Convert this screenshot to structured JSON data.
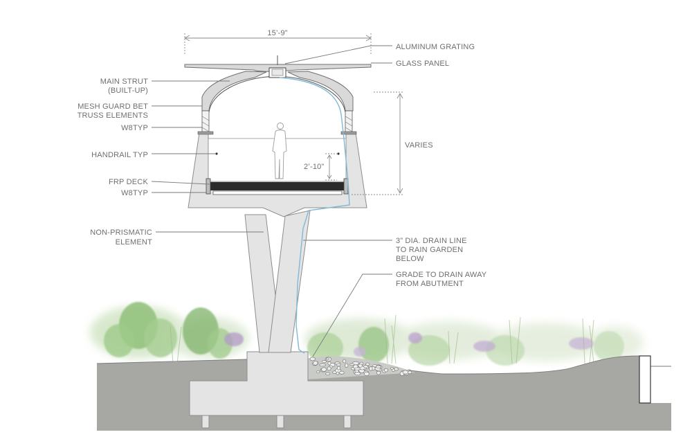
{
  "labels": {
    "span_dim": "15’-9”",
    "aluminum_grating": "ALUMINUM GRATING",
    "glass_panel": "GLASS PANEL",
    "main_strut_1": "MAIN STRUT",
    "main_strut_2": "(BUILT-UP)",
    "mesh_guard_1": "MESH GUARD BET",
    "mesh_guard_2": "TRUSS ELEMENTS",
    "w8_upper": "W8TYP",
    "handrail": "HANDRAIL TYP",
    "frp_deck": "FRP DECK",
    "w8_lower": "W8TYP",
    "varies": "VARIES",
    "rail_height": "2’-10”",
    "non_prismatic_1": "NON-PRISMATIC",
    "non_prismatic_2": "ELEMENT",
    "drain_1": "3” DIA. DRAIN LINE",
    "drain_2": "TO RAIN GARDEN",
    "drain_3": "BELOW",
    "grade_1": "GRADE TO DRAIN AWAY",
    "grade_2": "FROM ABUTMENT"
  },
  "colors": {
    "ground": "#a7a8a4",
    "concrete": "#e4e4e4",
    "drain_line": "#7fb9d8",
    "vegetation": "#8fbf7a",
    "flowers": "#b39ac7",
    "text": "#6e6e6e"
  }
}
